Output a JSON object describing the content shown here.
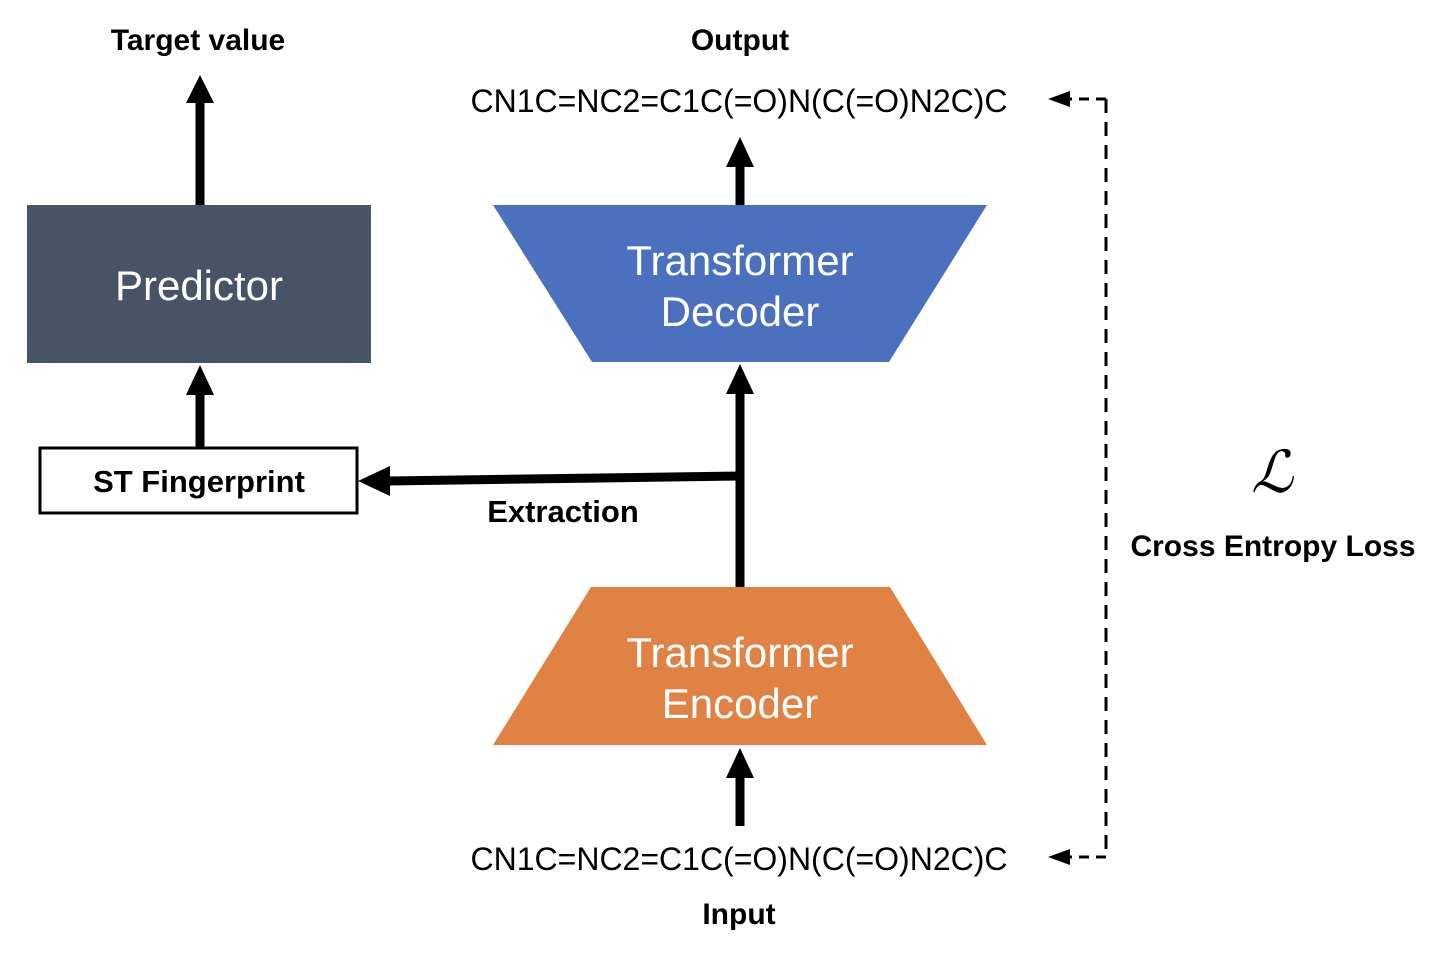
{
  "labels": {
    "target_value": "Target value",
    "output": "Output",
    "input": "Input",
    "extraction": "Extraction",
    "loss_symbol": "ℒ",
    "loss_name": "Cross Entropy Loss"
  },
  "smiles": {
    "output": "CN1C=NC2=C1C(=O)N(C(=O)N2C)C",
    "input": "CN1C=NC2=C1C(=O)N(C(=O)N2C)C"
  },
  "blocks": {
    "predictor": "Predictor",
    "fingerprint": "ST Fingerprint",
    "decoder_line1": "Transformer",
    "decoder_line2": "Decoder",
    "encoder_line1": "Transformer",
    "encoder_line2": "Encoder"
  },
  "colors": {
    "predictor": "#475366",
    "decoder": "#4a70be",
    "encoder": "#e08243",
    "arrow": "#000000",
    "fingerprint_border": "#000000"
  }
}
